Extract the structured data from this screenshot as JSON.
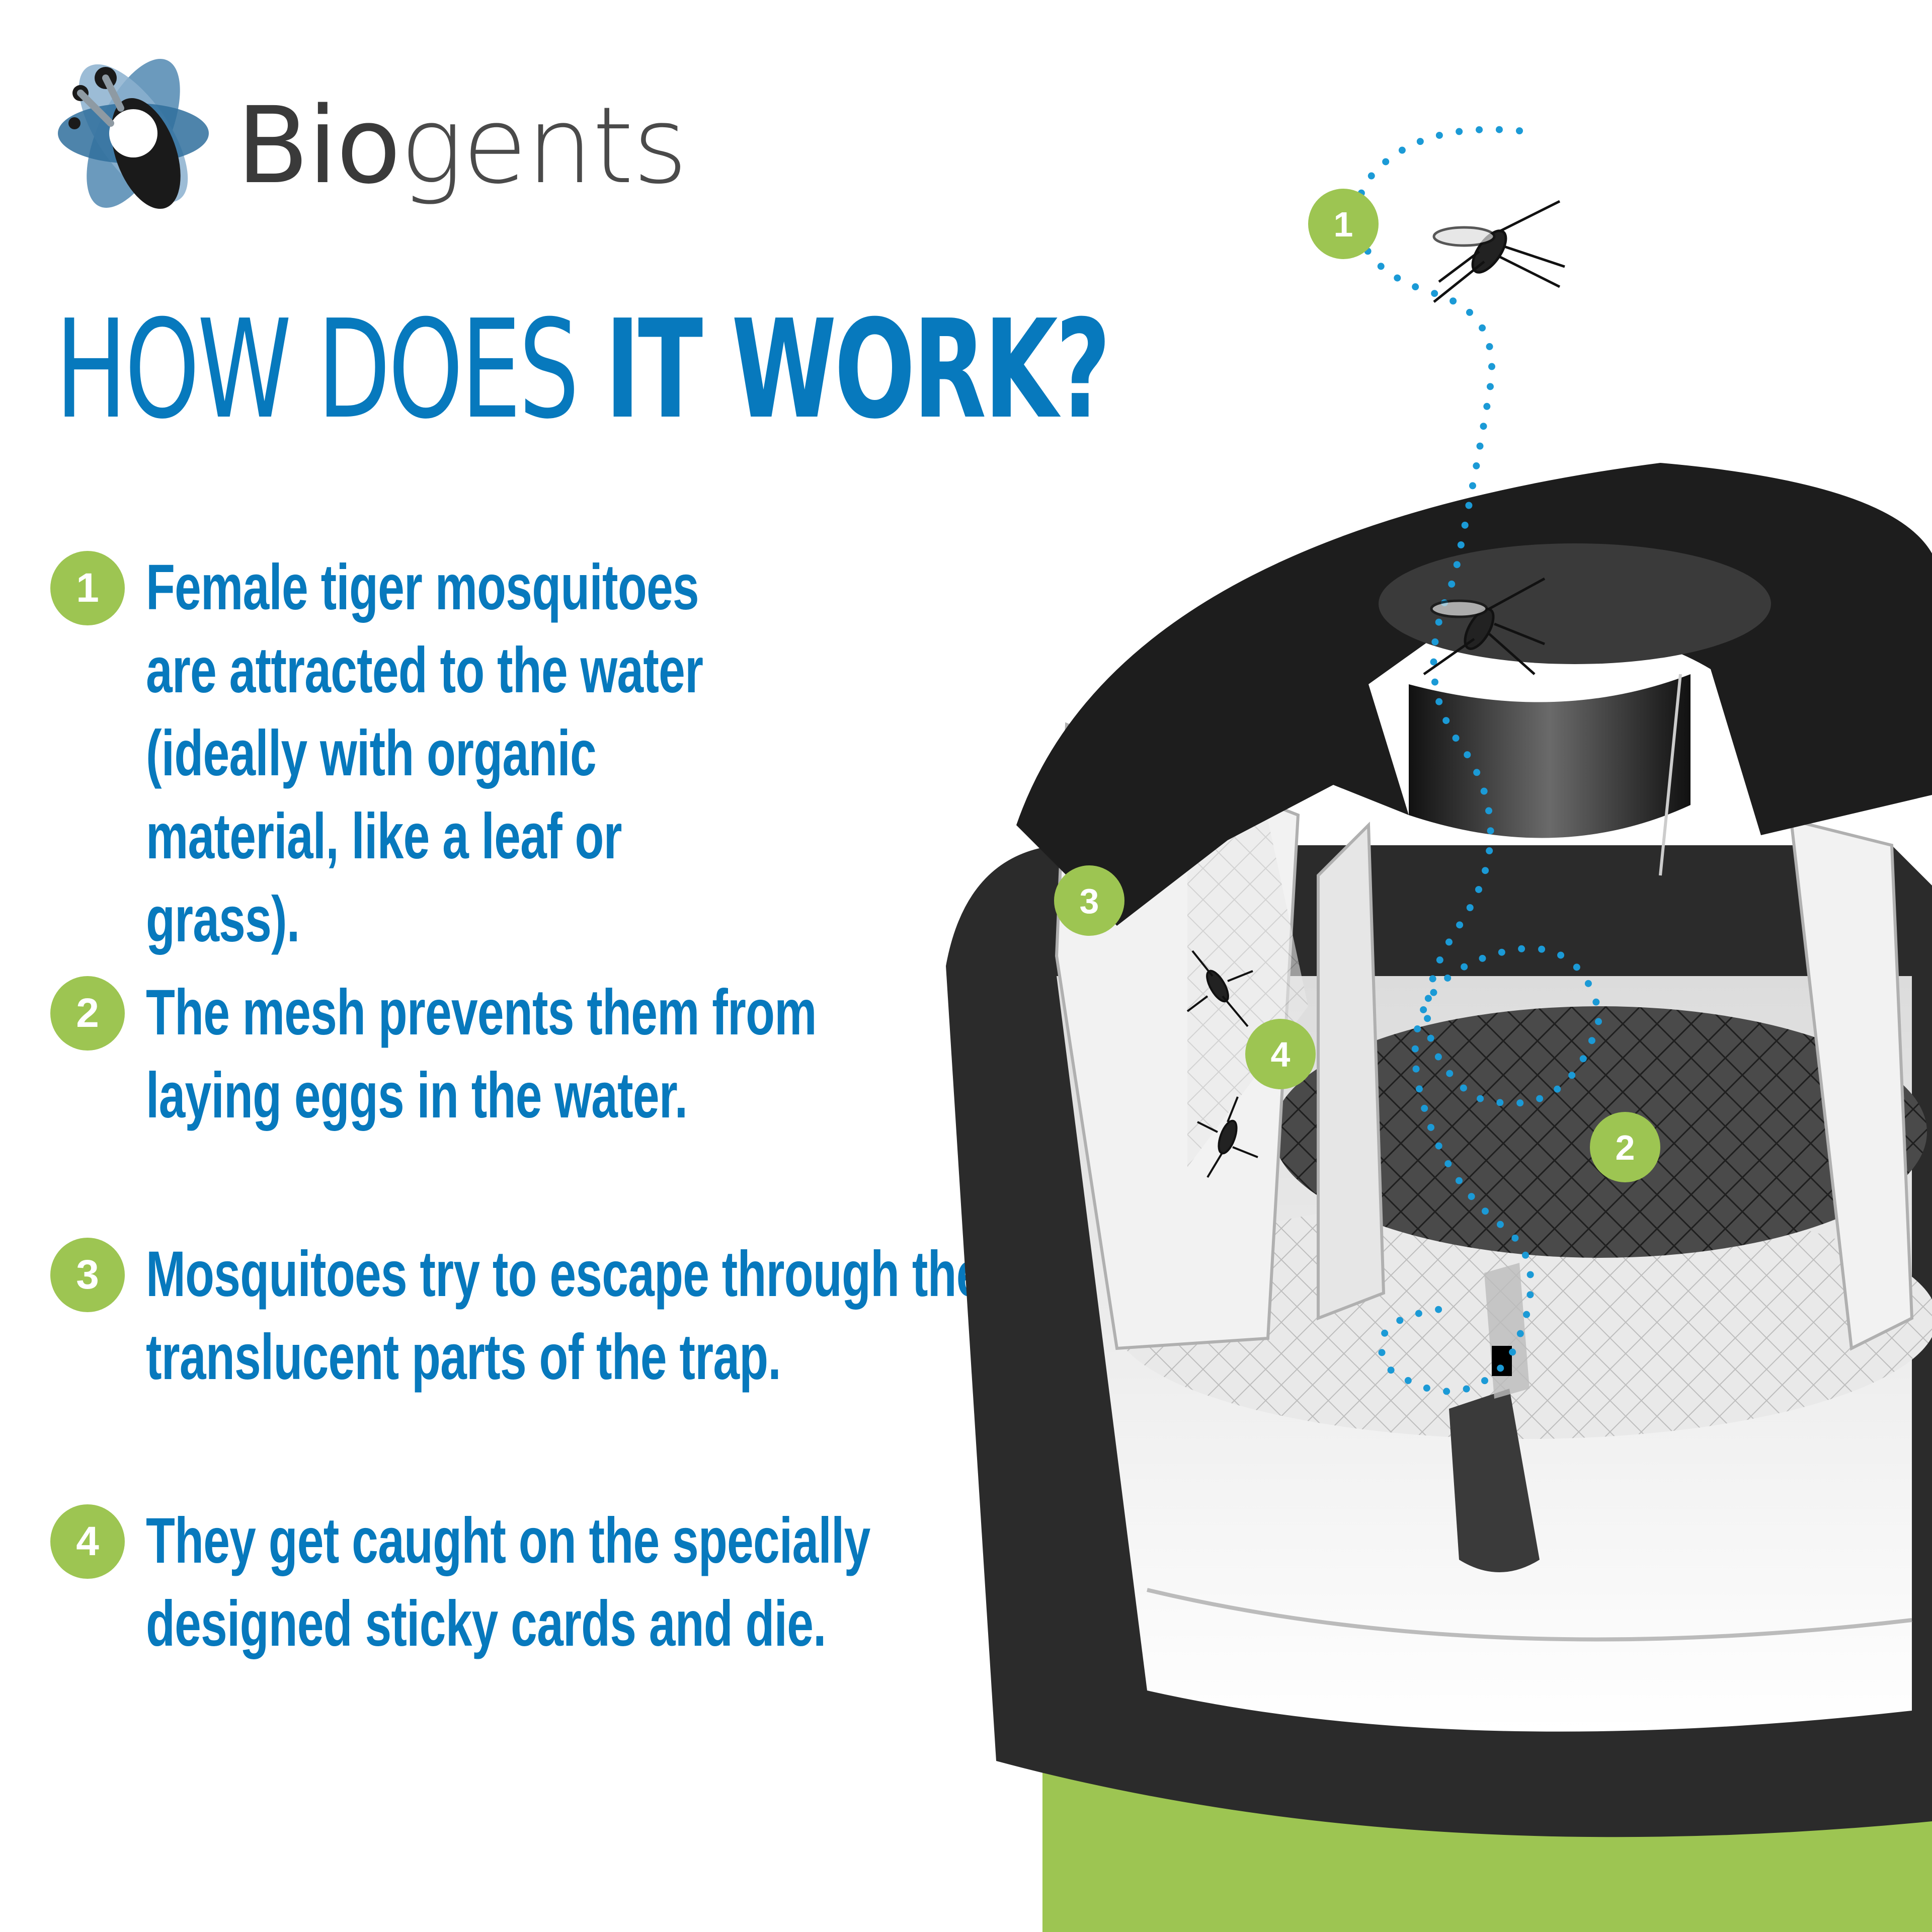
{
  "brand": {
    "name_part1": "Bio",
    "name_part2": "gents",
    "colors": {
      "blue": "#5b8fb6",
      "dark": "#1a1a1a",
      "gray": "#8e9aa3"
    }
  },
  "headline": {
    "part1": "HOW DOES ",
    "part2": "IT WORK?"
  },
  "steps": [
    {
      "number": "1",
      "text": "Female tiger mosquitoes are attracted to the water (ideally with organic material, like a leaf or grass)."
    },
    {
      "number": "2",
      "text": "The mesh prevents them from laying eggs in the water."
    },
    {
      "number": "3",
      "text": "Mosquitoes try to escape through the translucent parts of the trap."
    },
    {
      "number": "4",
      "text": "They get caught on the specially designed sticky cards and die."
    }
  ],
  "diagram_markers": [
    {
      "number": "1"
    },
    {
      "number": "2"
    },
    {
      "number": "3"
    },
    {
      "number": "4"
    }
  ],
  "colors": {
    "primary_blue": "#0779bd",
    "accent_green": "#9dc552",
    "trap_dark": "#2b2b2b",
    "flight_path": "#1b9ad6"
  }
}
